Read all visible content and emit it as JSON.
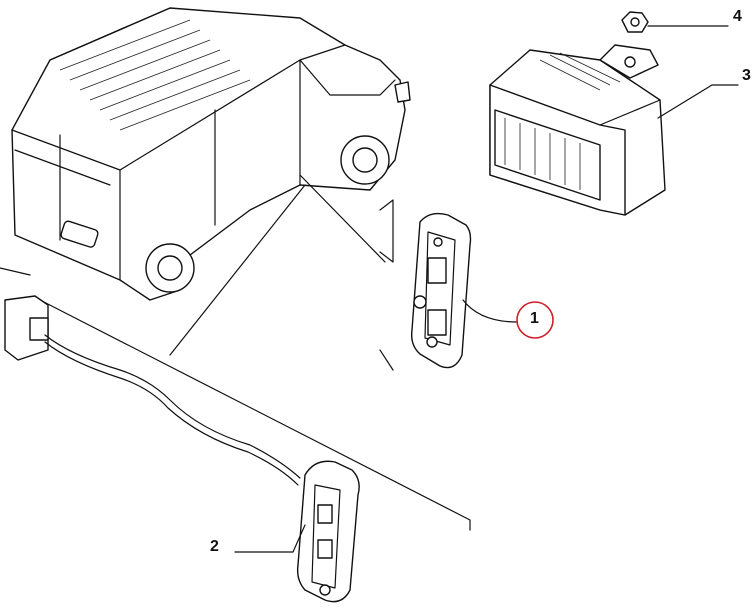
{
  "diagram": {
    "callouts": [
      {
        "id": "1",
        "label": "1",
        "highlighted": true
      },
      {
        "id": "2",
        "label": "2",
        "highlighted": false
      },
      {
        "id": "3",
        "label": "3",
        "highlighted": false
      },
      {
        "id": "4",
        "label": "4",
        "highlighted": false
      }
    ],
    "colors": {
      "highlight": "#d0202a",
      "line": "#111111"
    }
  }
}
